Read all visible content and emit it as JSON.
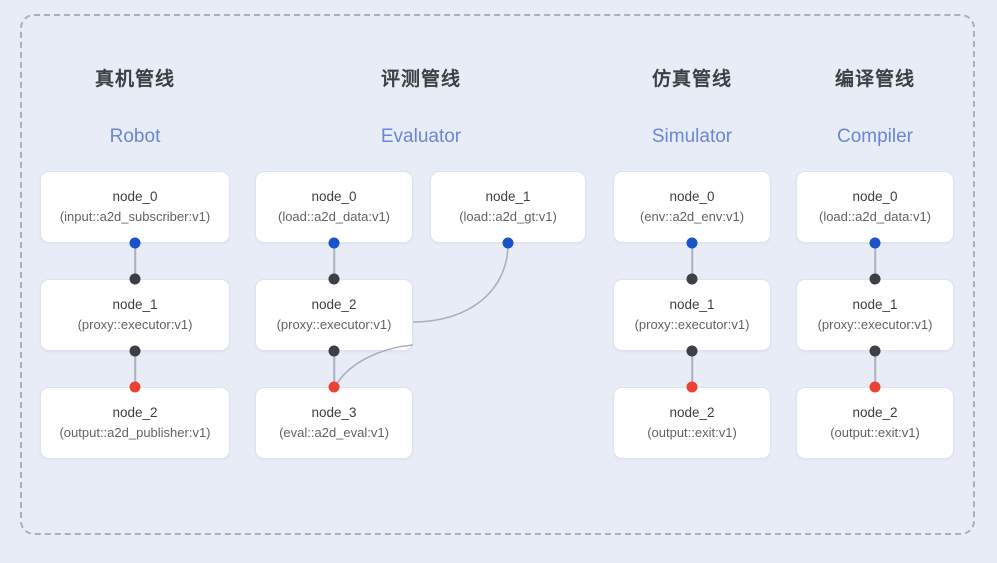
{
  "diagram": {
    "background_color": "#e8ecf7",
    "frame_border_color": "#a9b0c4",
    "port_colors": {
      "output": "#1a53c8",
      "input": "#3c4043",
      "terminal": "#ea4335"
    }
  },
  "columns": [
    {
      "title_cn": "真机管线",
      "title_en": "Robot",
      "nodes": [
        {
          "name": "node_0",
          "spec": "(input::a2d_subscriber:v1)"
        },
        {
          "name": "node_1",
          "spec": "(proxy::executor:v1)"
        },
        {
          "name": "node_2",
          "spec": "(output::a2d_publisher:v1)"
        }
      ]
    },
    {
      "title_cn": "评测管线",
      "title_en": "Evaluator",
      "nodes": [
        {
          "name": "node_0",
          "spec": "(load::a2d_data:v1)"
        },
        {
          "name": "node_1",
          "spec": "(load::a2d_gt:v1)"
        },
        {
          "name": "node_2",
          "spec": "(proxy::executor:v1)"
        },
        {
          "name": "node_3",
          "spec": "(eval::a2d_eval:v1)"
        }
      ]
    },
    {
      "title_cn": "仿真管线",
      "title_en": "Simulator",
      "nodes": [
        {
          "name": "node_0",
          "spec": "(env::a2d_env:v1)"
        },
        {
          "name": "node_1",
          "spec": "(proxy::executor:v1)"
        },
        {
          "name": "node_2",
          "spec": "(output::exit:v1)"
        }
      ]
    },
    {
      "title_cn": "编译管线",
      "title_en": "Compiler",
      "nodes": [
        {
          "name": "node_0",
          "spec": "(load::a2d_data:v1)"
        },
        {
          "name": "node_1",
          "spec": "(proxy::executor:v1)"
        },
        {
          "name": "node_2",
          "spec": "(output::exit:v1)"
        }
      ]
    }
  ]
}
